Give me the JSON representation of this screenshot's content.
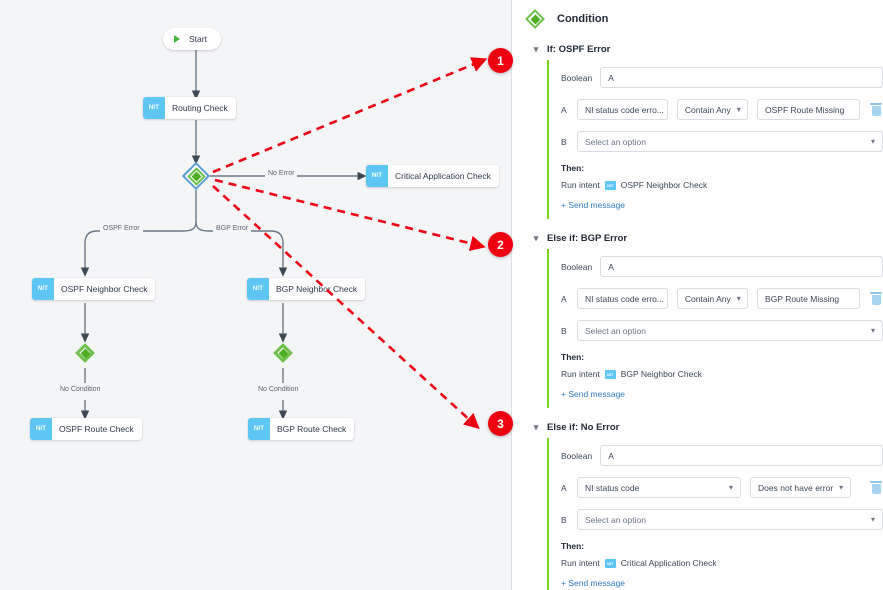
{
  "panel": {
    "title": "Condition",
    "icon": "condition-diamond-icon",
    "blocks": [
      {
        "marker": "1",
        "header": "If: OSPF Error",
        "boolean_label": "Boolean",
        "boolean_value": "A",
        "a_label": "A",
        "a_select1": "NI status code erro...",
        "a_select2": "Contain Any",
        "a_value": "OSPF Route Missing",
        "has_value_input": true,
        "b_label": "B",
        "b_select": "Select an option",
        "then_label": "Then:",
        "run_intent_prefix": "Run intent",
        "run_intent_badge": "NIT",
        "run_intent_name": "OSPF Neighbor Check",
        "send_message": "+ Send message",
        "delete_icon": "trash-icon",
        "chevron": "chevron-down-icon"
      },
      {
        "marker": "2",
        "header": "Else if: BGP Error",
        "boolean_label": "Boolean",
        "boolean_value": "A",
        "a_label": "A",
        "a_select1": "NI status code erro...",
        "a_select2": "Contain Any",
        "a_value": "BGP Route Missing",
        "has_value_input": true,
        "b_label": "B",
        "b_select": "Select an option",
        "then_label": "Then:",
        "run_intent_prefix": "Run intent",
        "run_intent_badge": "NIT",
        "run_intent_name": "BGP Neighbor Check",
        "send_message": "+ Send message",
        "delete_icon": "trash-icon",
        "chevron": "chevron-down-icon"
      },
      {
        "marker": "3",
        "header": "Else if: No Error",
        "boolean_label": "Boolean",
        "boolean_value": "A",
        "a_label": "A",
        "a_select1": "NI status code",
        "a_select2": "Does not have error",
        "a_value": "",
        "has_value_input": false,
        "b_label": "B",
        "b_select": "Select an option",
        "then_label": "Then:",
        "run_intent_prefix": "Run intent",
        "run_intent_badge": "NIT",
        "run_intent_name": "Critical Application Check",
        "send_message": "+ Send message",
        "delete_icon": "trash-icon",
        "chevron": "chevron-down-icon"
      }
    ]
  },
  "canvas": {
    "background_color": "#f4f5f7",
    "nodes": {
      "start": {
        "label": "Start",
        "icon": "play-icon"
      },
      "routing_check": {
        "badge": "NIT",
        "label": "Routing Check"
      },
      "critical_application_check": {
        "badge": "NIT",
        "label": "Critical Application Check"
      },
      "ospf_neighbor_check": {
        "badge": "NIT",
        "label": "OSPF Neighbor Check"
      },
      "bgp_neighbor_check": {
        "badge": "NIT",
        "label": "BGP Neighbor Check"
      },
      "ospf_route_check": {
        "badge": "NIT",
        "label": "OSPF Route Check"
      },
      "bgp_route_check": {
        "badge": "NIT",
        "label": "BGP Route Check"
      }
    },
    "edge_labels": {
      "no_error": "No Error",
      "ospf_error": "OSPF Error",
      "bgp_error": "BGP Error",
      "no_condition_left": "No Condition",
      "no_condition_right": "No Condition"
    }
  },
  "colors": {
    "accent_green": "#7ed321",
    "diamond_green": "#6cc04a",
    "nit_blue": "#5ec6f2",
    "link_blue": "#2f7dc4",
    "marker_red": "#ee0011",
    "canvas_bg": "#f4f5f7",
    "selection_blue": "#5b9bd5"
  }
}
